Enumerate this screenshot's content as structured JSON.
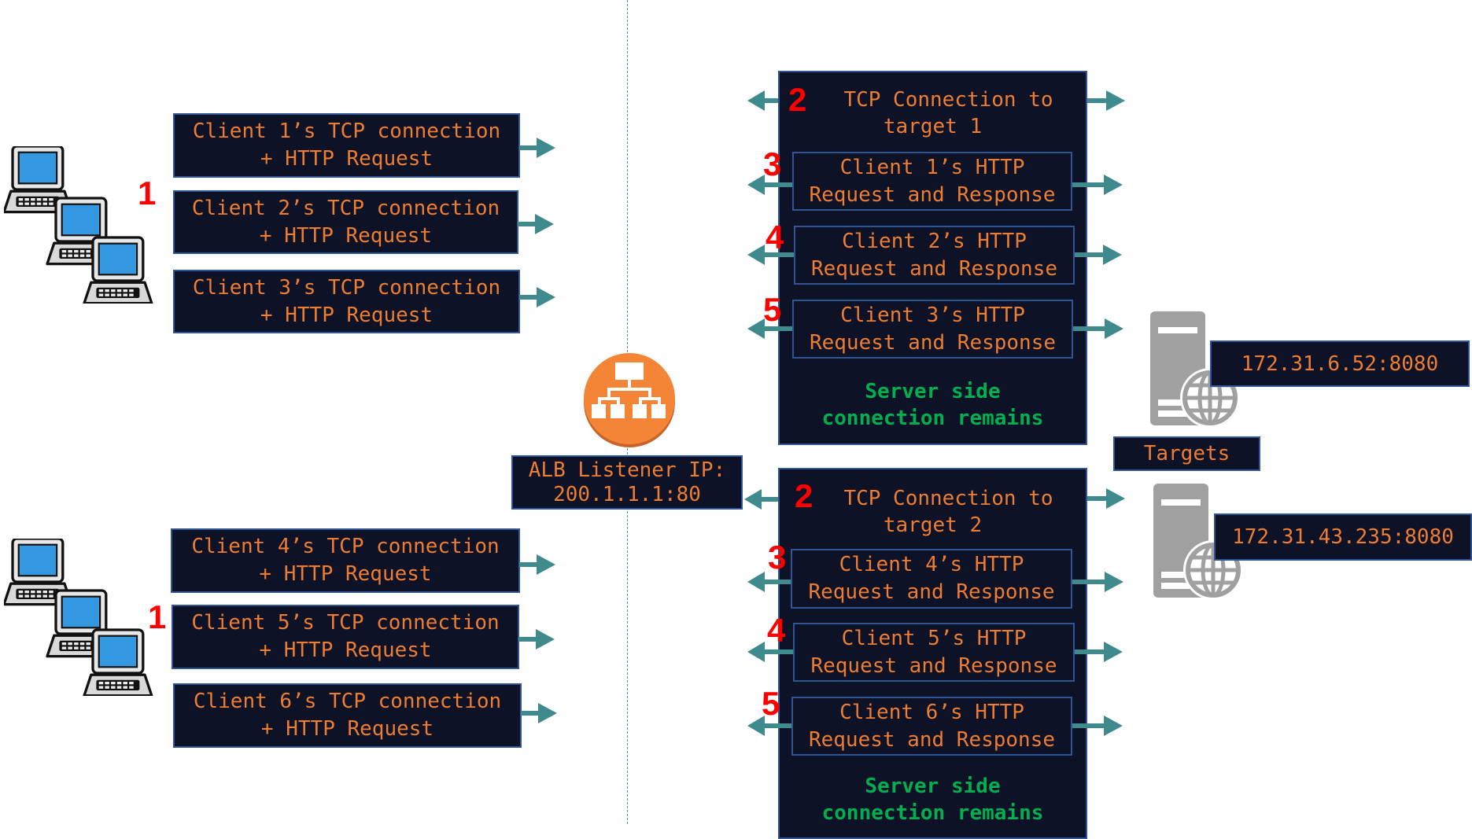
{
  "clients": {
    "group1_step": "1",
    "group2_step": "1",
    "boxes": [
      {
        "line1": "Client 1’s TCP connection",
        "line2": "+ HTTP Request"
      },
      {
        "line1": "Client 2’s TCP connection",
        "line2": "+ HTTP Request"
      },
      {
        "line1": "Client 3’s TCP connection",
        "line2": "+ HTTP Request"
      },
      {
        "line1": "Client 4’s TCP connection",
        "line2": "+ HTTP Request"
      },
      {
        "line1": "Client 5’s TCP connection",
        "line2": "+ HTTP Request"
      },
      {
        "line1": "Client 6’s TCP connection",
        "line2": "+ HTTP Request"
      }
    ]
  },
  "alb": {
    "icon": "load-balancer-icon",
    "label_line1": "ALB Listener IP:",
    "label_line2": "200.1.1.1:80"
  },
  "server_side": [
    {
      "step": "2",
      "header_line1": "TCP Connection to",
      "header_line2": "target 1",
      "requests": [
        {
          "step": "3",
          "line1": "Client 1’s HTTP",
          "line2": "Request and Response"
        },
        {
          "step": "4",
          "line1": "Client 2’s HTTP",
          "line2": "Request and Response"
        },
        {
          "step": "5",
          "line1": "Client 3’s HTTP",
          "line2": "Request and Response"
        }
      ],
      "note_line1": "Server side",
      "note_line2": "connection remains"
    },
    {
      "step": "2",
      "header_line1": "TCP Connection to",
      "header_line2": "target 2",
      "requests": [
        {
          "step": "3",
          "line1": "Client 4’s HTTP",
          "line2": "Request and Response"
        },
        {
          "step": "4",
          "line1": "Client 5’s HTTP",
          "line2": "Request and Response"
        },
        {
          "step": "5",
          "line1": "Client 6’s HTTP",
          "line2": "Request and Response"
        }
      ],
      "note_line1": "Server side",
      "note_line2": "connection remains"
    }
  ],
  "targets": {
    "label": "Targets",
    "target1_ip": "172.31.6.52:8080",
    "target2_ip": "172.31.43.235:8080"
  },
  "colors": {
    "box_bg": "#0d1226",
    "box_border": "#2f5597",
    "text_orange": "#ed7d31",
    "step_red": "#ff0000",
    "note_green": "#00b050",
    "arrow_teal": "#3f8a8c",
    "alb_orange": "#f58536",
    "server_gray": "#a0a0a0"
  }
}
